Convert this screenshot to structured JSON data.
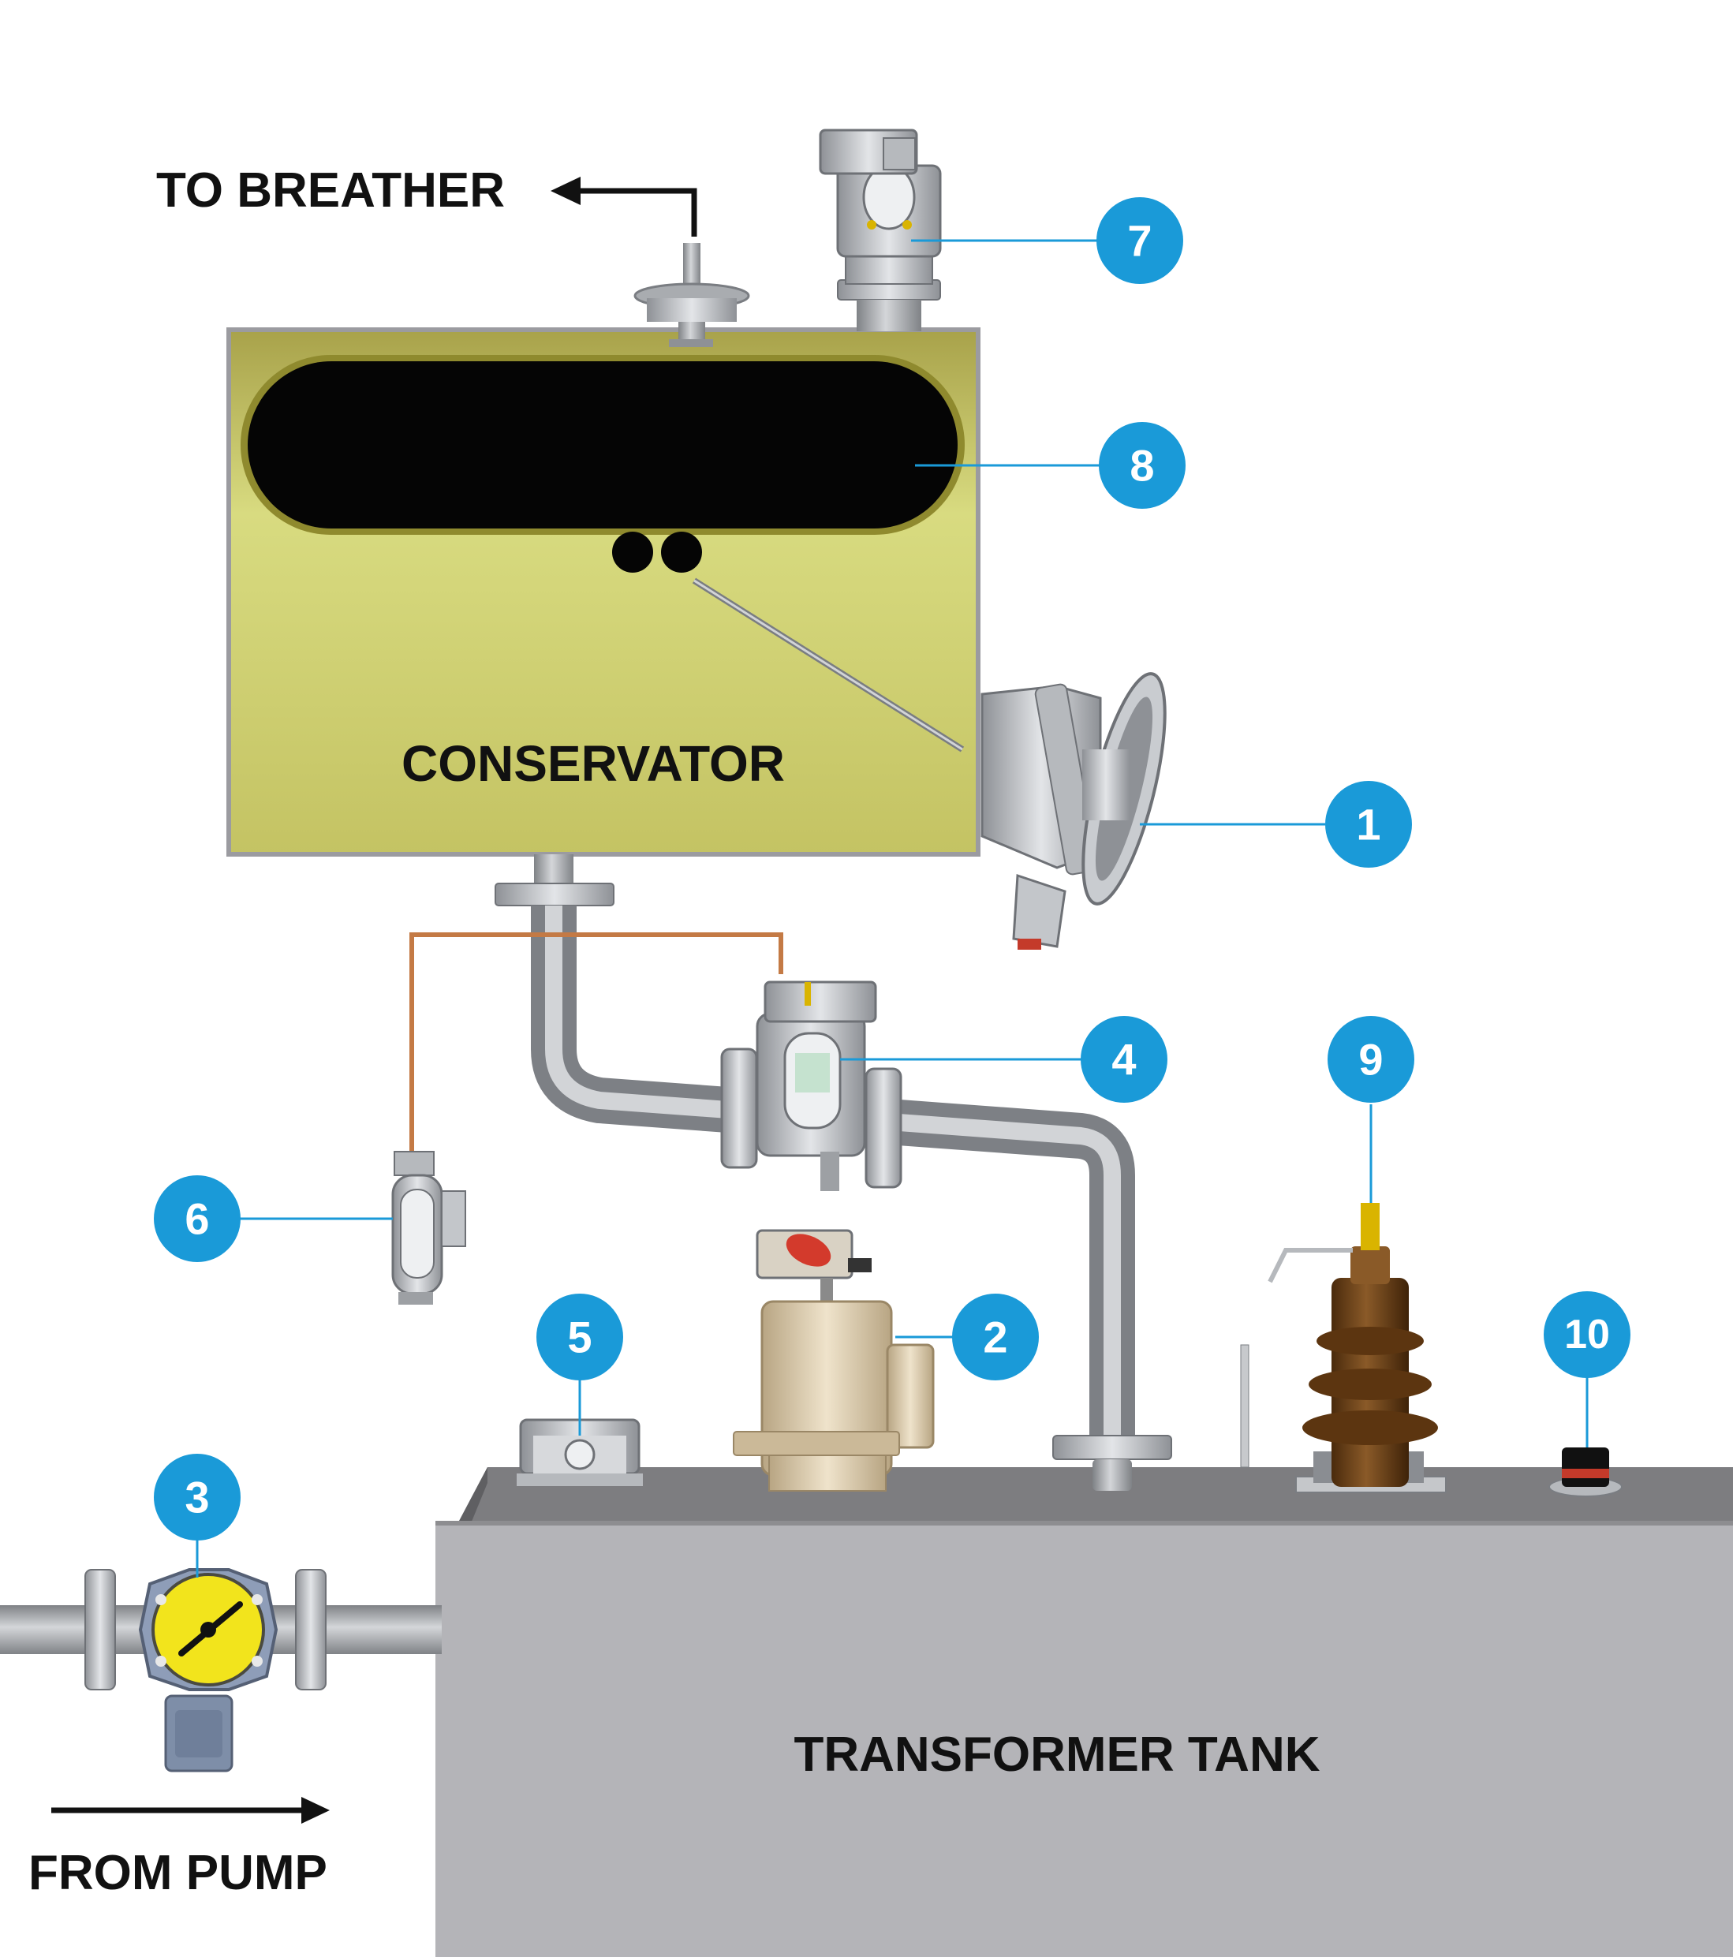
{
  "labels": {
    "to_breather": "TO BREATHER",
    "conservator": "CONSERVATOR",
    "transformer_tank": "TRANSFORMER TANK",
    "from_pump": "FROM PUMP"
  },
  "callouts": [
    "1",
    "2",
    "3",
    "4",
    "5",
    "6",
    "7",
    "8",
    "9",
    "10"
  ],
  "colors": {
    "callout_blue": "#1a9ad8",
    "conservator_fill": "#d4d77a",
    "air_cell": "#050505",
    "tank_grey": "#b4b4b8",
    "tank_top": "#7d7d80",
    "pipe_grey": "#a9acb0",
    "copper": "#c47a45",
    "bushing_brown": "#6a3e14",
    "gauge_yellow": "#f2e41c",
    "valve_tan": "#d8c8a8"
  }
}
